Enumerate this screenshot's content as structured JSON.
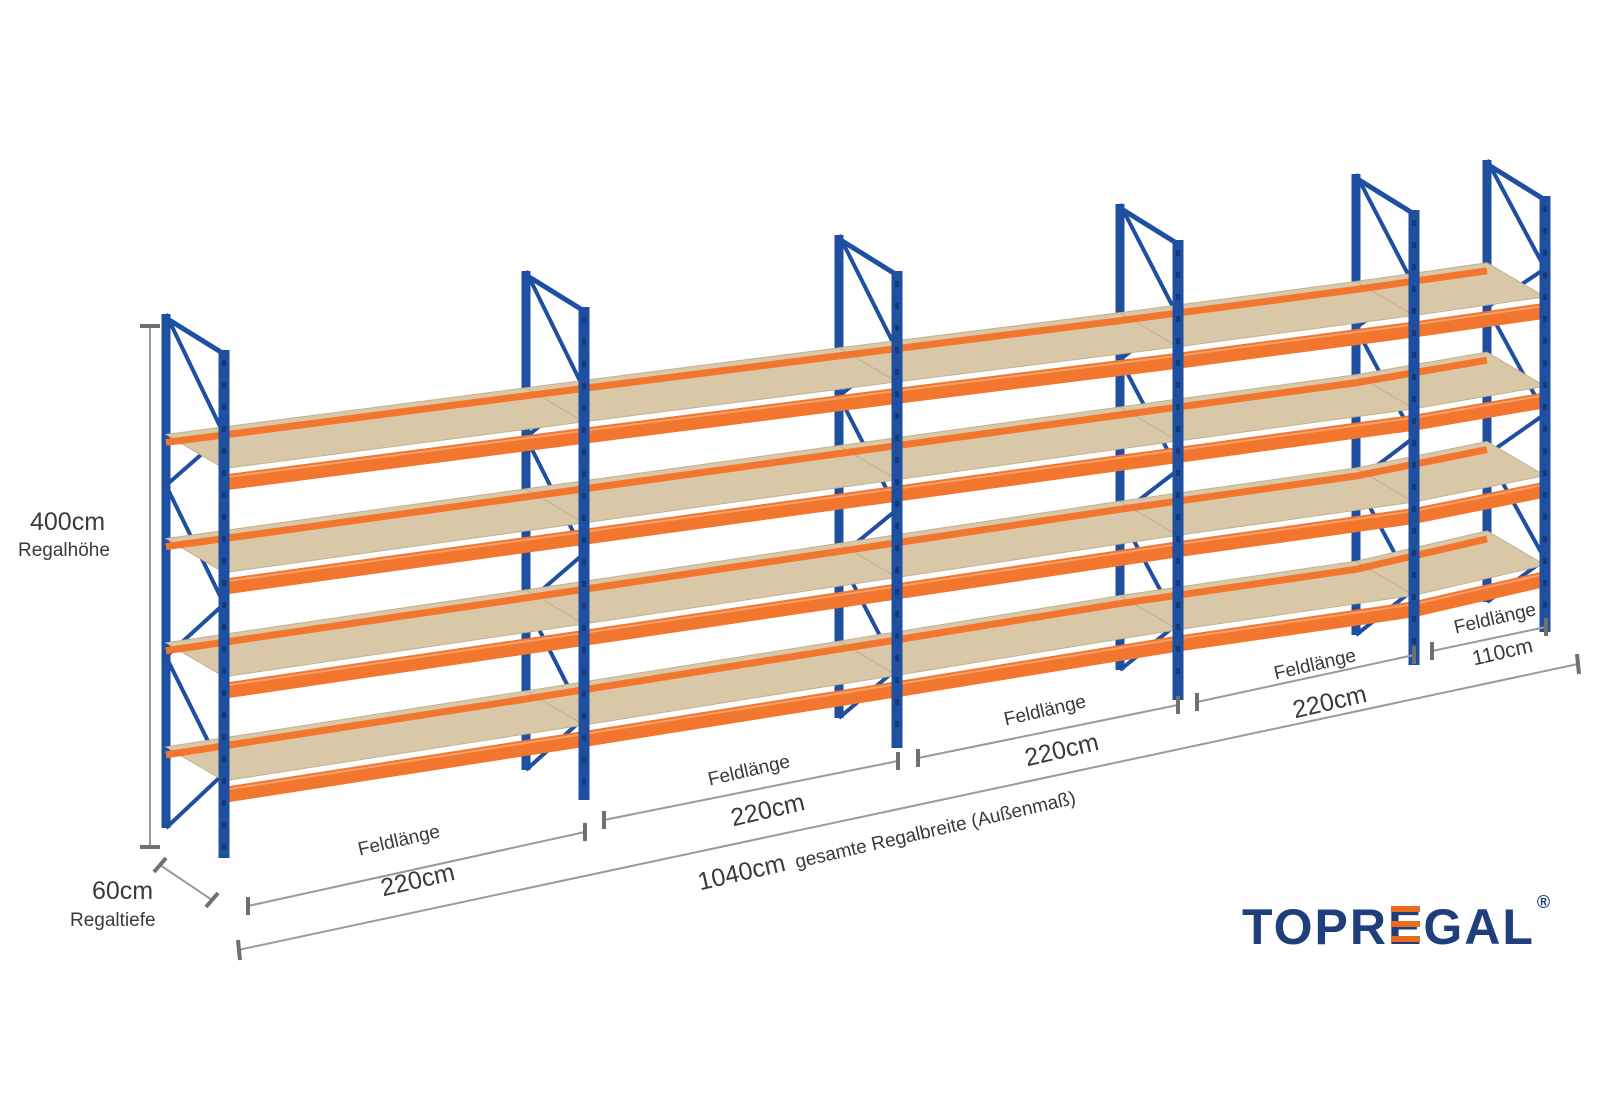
{
  "dimensions": {
    "height_value": "400cm",
    "height_label": "Regalhöhe",
    "depth_value": "60cm",
    "depth_label": "Regaltiefe",
    "total_value": "1040cm",
    "total_label": "gesamte Regalbreite (Außenmaß)",
    "fields": [
      {
        "label": "Feldlänge",
        "value": "220cm"
      },
      {
        "label": "Feldlänge",
        "value": "220cm"
      },
      {
        "label": "Feldlänge",
        "value": "220cm"
      },
      {
        "label": "Feldlänge",
        "value": "220cm"
      },
      {
        "label": "Feldlänge",
        "value": "110cm"
      }
    ]
  },
  "logo": {
    "text_before": "TOPR",
    "text_e": "E",
    "text_after": "GAL",
    "registered": "®"
  },
  "colors": {
    "frame": "#1f4fa0",
    "beam": "#f2762e",
    "board": "#d9c8a8",
    "dimension_line": "#9a9a9a",
    "logo_blue": "#1e3f7a",
    "logo_orange": "#e96b1e"
  },
  "shelf_levels": 4,
  "bays": 5
}
